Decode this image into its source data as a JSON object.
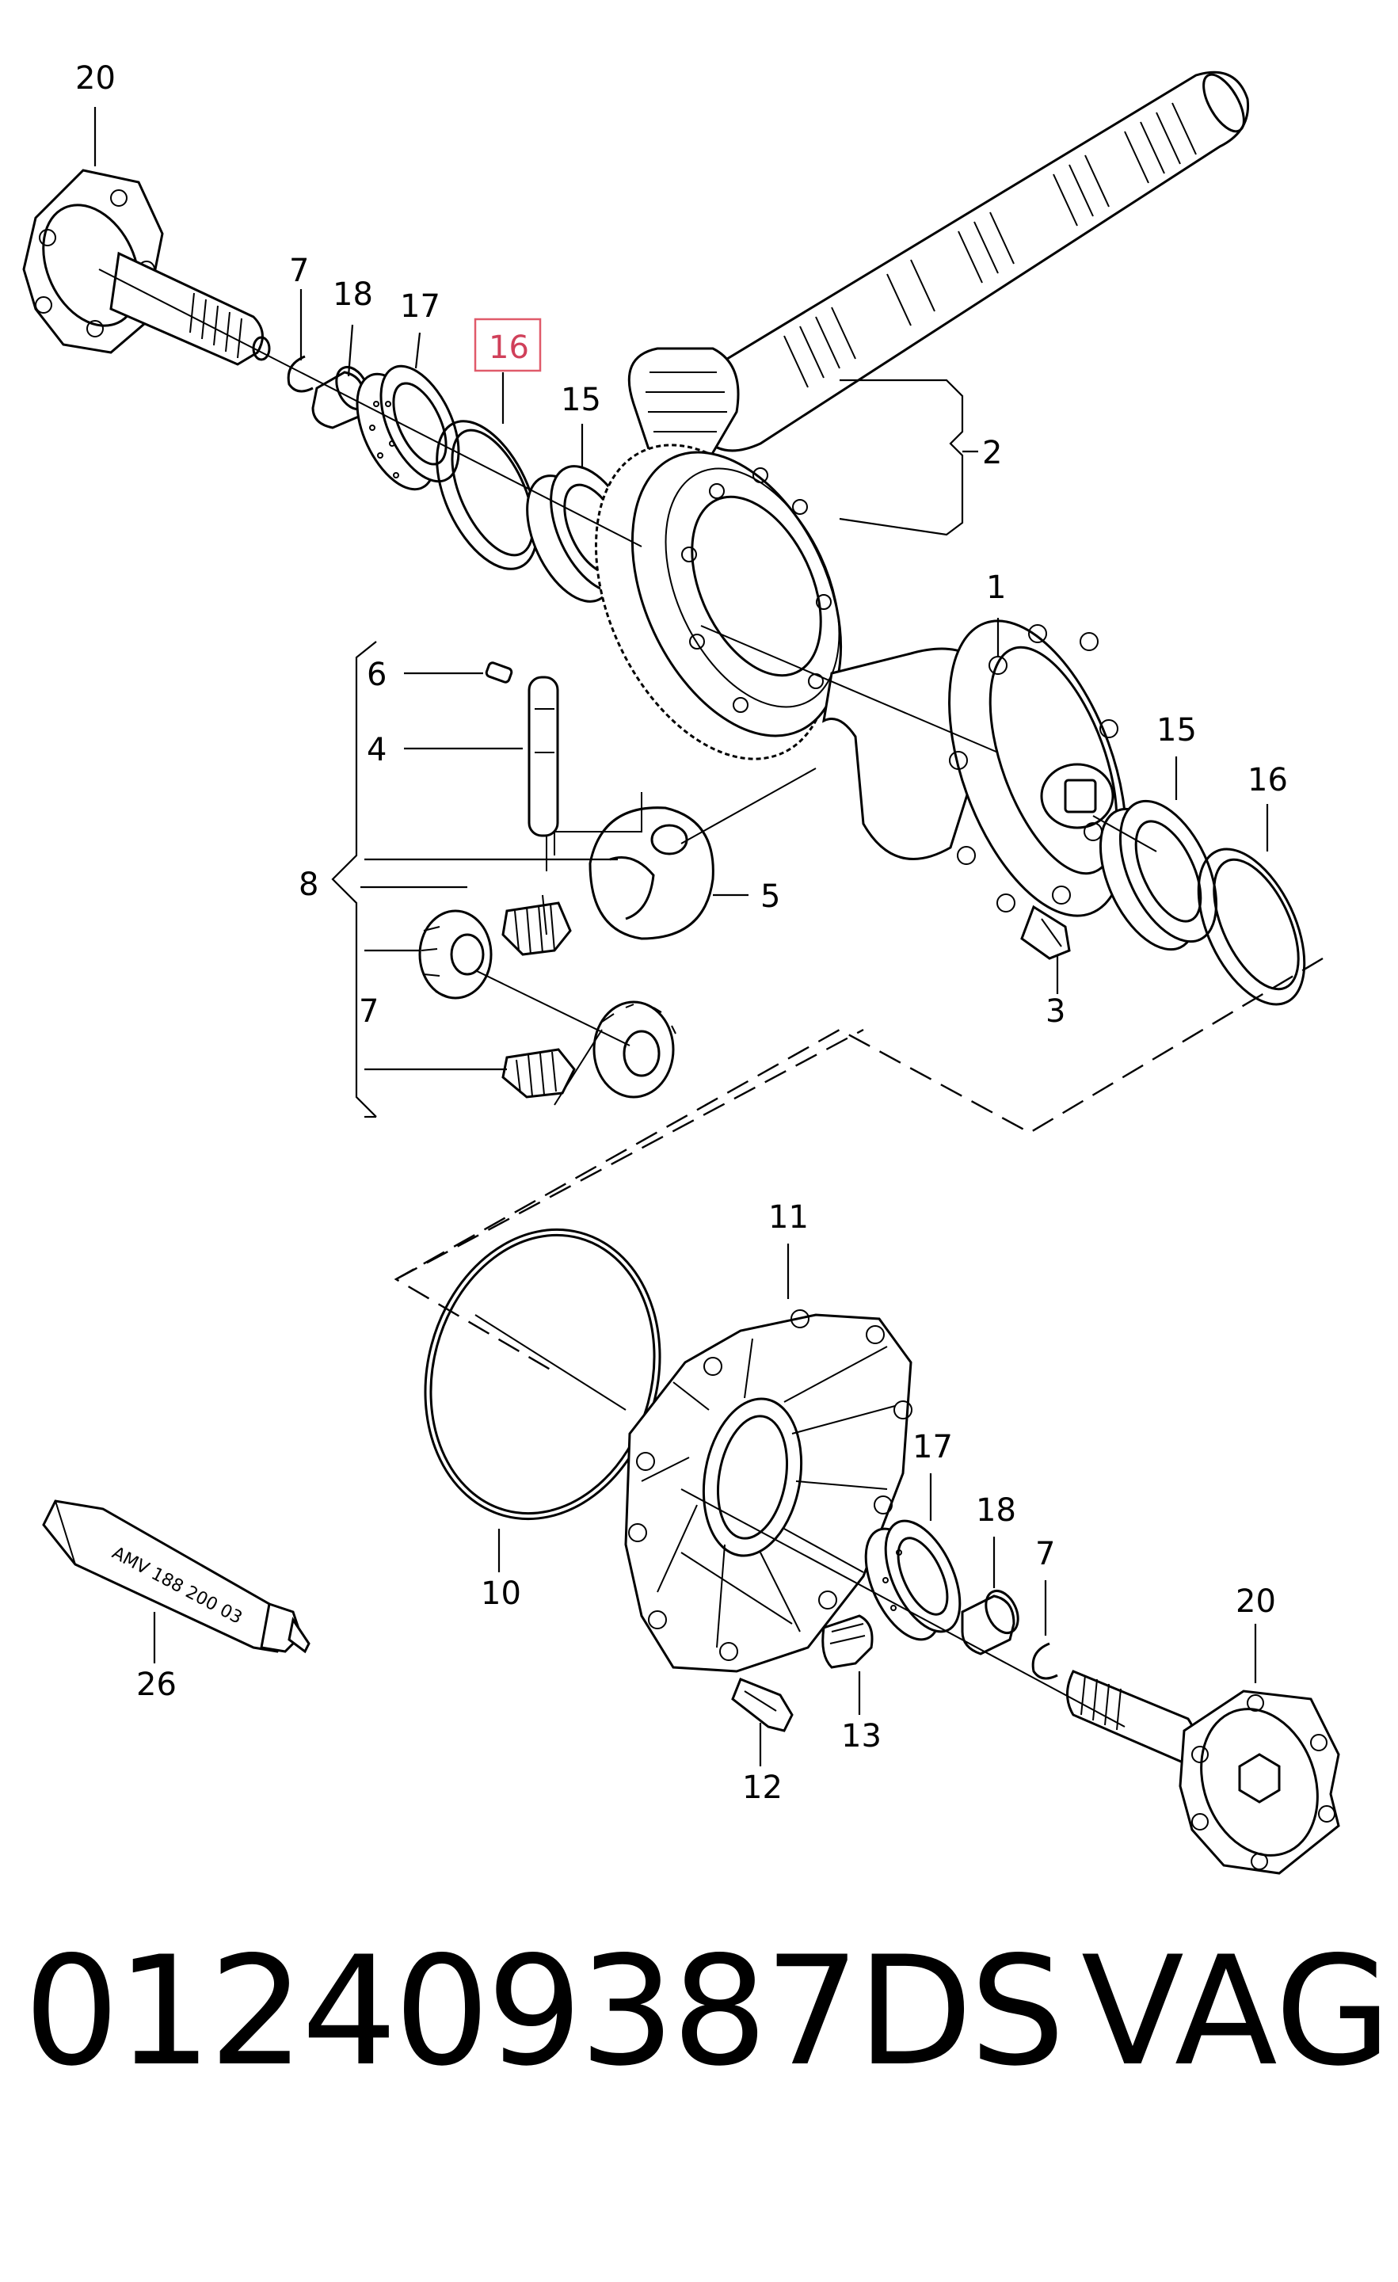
{
  "labels": {
    "l20a": "20",
    "l7a": "7",
    "l18a": "18",
    "l17a": "17",
    "l16a": "16",
    "l15a": "15",
    "l2": "2",
    "l1": "1",
    "l6": "6",
    "l4": "4",
    "l8": "8",
    "l5": "5",
    "l7b": "7",
    "l15b": "15",
    "l16b": "16",
    "l3": "3",
    "l11": "11",
    "l10": "10",
    "l17b": "17",
    "l18b": "18",
    "l7c": "7",
    "l20b": "20",
    "l26": "26",
    "l13": "13",
    "l12": "12"
  },
  "tube_text": "AMV 188 200 03",
  "highlighted_callout": "16",
  "highlight_color": "#e05a6a",
  "footer": {
    "part_number": "012409387DS",
    "brand": "VAG"
  }
}
